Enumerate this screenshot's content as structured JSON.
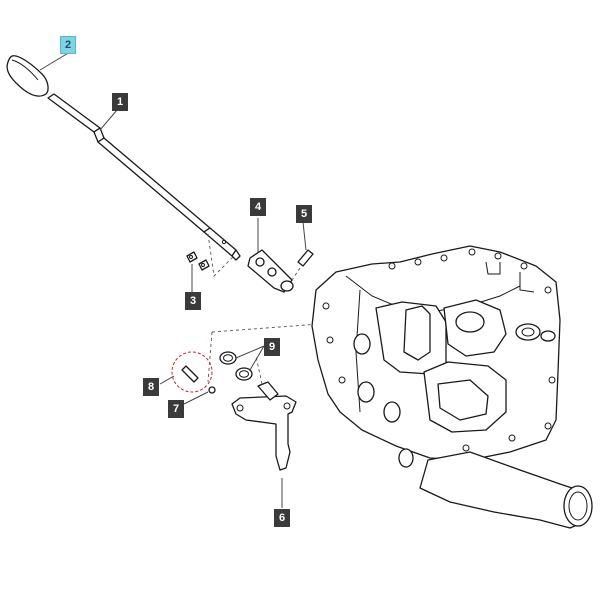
{
  "callouts": [
    {
      "id": "c1",
      "label": "1",
      "part": "gear-lever",
      "active": false
    },
    {
      "id": "c2",
      "label": "2",
      "part": "lever-knob",
      "active": true
    },
    {
      "id": "c3",
      "label": "3",
      "part": "lever-mount-screws",
      "active": false
    },
    {
      "id": "c4",
      "label": "4",
      "part": "shift-coupler",
      "active": false
    },
    {
      "id": "c5",
      "label": "5",
      "part": "roll-pin",
      "active": false
    },
    {
      "id": "c6",
      "label": "6",
      "part": "selector-bracket",
      "active": false
    },
    {
      "id": "c7",
      "label": "7",
      "part": "detent-ball",
      "active": false
    },
    {
      "id": "c8",
      "label": "8",
      "part": "detent-spring",
      "active": false
    },
    {
      "id": "c9",
      "label": "9",
      "part": "o-rings",
      "active": false
    }
  ],
  "colors": {
    "highlight": "#7fd3e6",
    "callout": "#3a3a3a",
    "line": "#1a1a1a",
    "detail_circle": "#cc2222"
  }
}
